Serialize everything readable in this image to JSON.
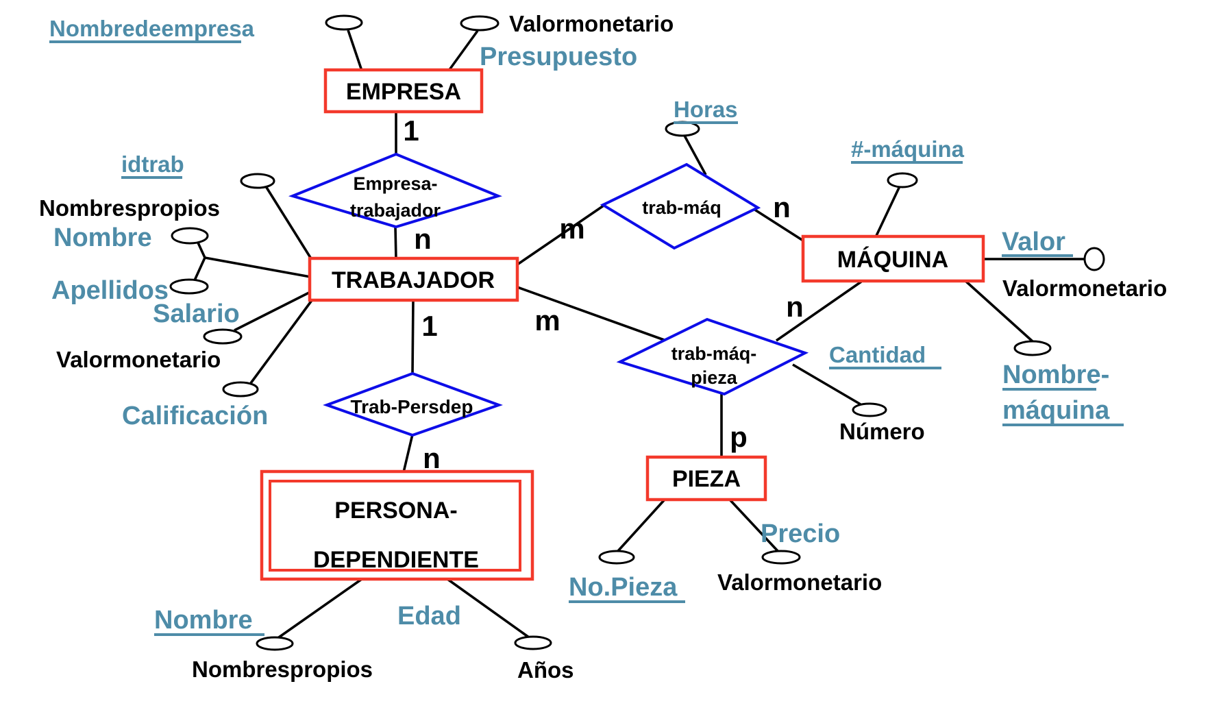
{
  "diagram": {
    "entities": {
      "empresa": "EMPRESA",
      "trabajador": "TRABAJADOR",
      "maquina": "MÁQUINA",
      "pieza": "PIEZA",
      "persona_dependiente_line1": "PERSONA-",
      "persona_dependiente_line2": "DEPENDIENTE"
    },
    "relationships": {
      "empresa_trabajador_line1": "Empresa-",
      "empresa_trabajador_line2": "trabajador",
      "trab_maq": "trab-máq",
      "trab_maq_pieza_line1": "trab-máq-",
      "trab_maq_pieza_line2": "pieza",
      "trab_persdep": "Trab-Persdep"
    },
    "attributes": {
      "nombredeempresa": "Nombredeempresa",
      "valormonetario_empresa": "Valormonetario",
      "presupuesto": "Presupuesto",
      "idtrab": "idtrab",
      "nombrespropios_trabajador": "Nombrespropios",
      "nombre_trabajador": "Nombre",
      "apellidos": "Apellidos",
      "salario": "Salario",
      "valormonetario_trabajador": "Valormonetario",
      "calificacion": "Calificación",
      "horas": "Horas",
      "numero_maquina_id": "#-máquina",
      "valor": "Valor",
      "valormonetario_maquina": "Valormonetario",
      "nombre_maquina_line1": "Nombre-",
      "nombre_maquina_line2": "máquina",
      "cantidad": "Cantidad",
      "numero": "Número",
      "no_pieza": "No.Pieza",
      "precio": "Precio",
      "valormonetario_pieza": "Valormonetario",
      "nombre_persona": "Nombre",
      "nombrespropios_persona": "Nombrespropios",
      "edad": "Edad",
      "anos": "Años"
    },
    "cardinalities": {
      "empresa_uno": "1",
      "trabajador_n": "n",
      "trabajador_m_maquina": "m",
      "maquina_n": "n",
      "trabajador_m_pieza": "m",
      "maquina_n_pieza": "n",
      "pieza_p": "p",
      "trabajador_uno_persdep": "1",
      "persdep_n": "n"
    },
    "colors": {
      "entity_border": "#f3392b",
      "relationship_border": "#0d0de8",
      "key_text": "#4e8ca8",
      "text": "#000000",
      "background": "#ffffff"
    }
  }
}
